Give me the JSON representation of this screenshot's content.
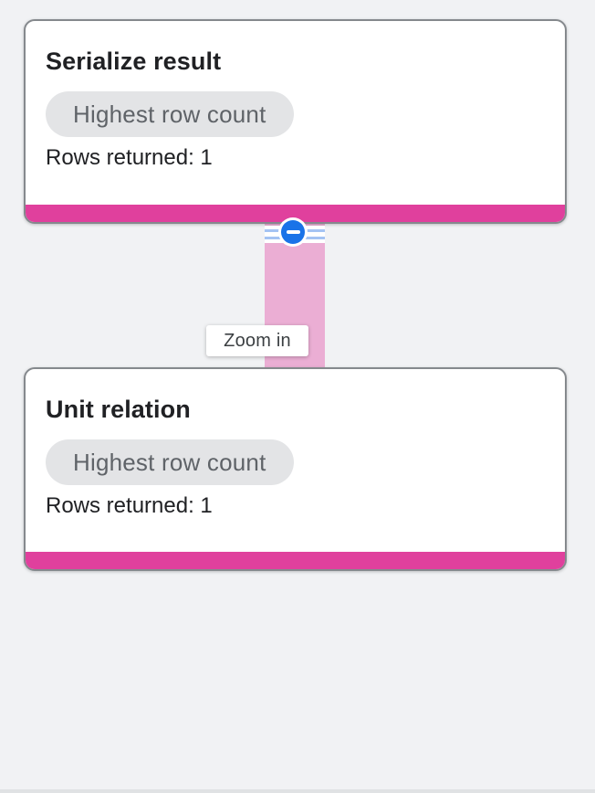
{
  "app": "query-execution-graph",
  "nodes": [
    {
      "title": "Serialize result",
      "badge": "Highest row count",
      "rows": "Rows returned: 1",
      "status_color": "#e0409d"
    },
    {
      "title": "Unit relation",
      "badge": "Highest row count",
      "rows": "Rows returned: 1",
      "status_color": "#e0409d"
    }
  ],
  "edge": {
    "tooltip_label": "Zoom in",
    "collapse_icon": "minus-circle-icon",
    "connector_color": "#ebaed4",
    "stripe_color": "#a4c3f3",
    "button_color": "#1a73e8"
  },
  "colors": {
    "background": "#f1f2f4",
    "card_background": "#ffffff",
    "card_border": "#85898d",
    "badge_background": "#e3e4e6",
    "badge_text": "#5f6368",
    "title_text": "#202124",
    "tooltip_text": "#3c4043"
  }
}
